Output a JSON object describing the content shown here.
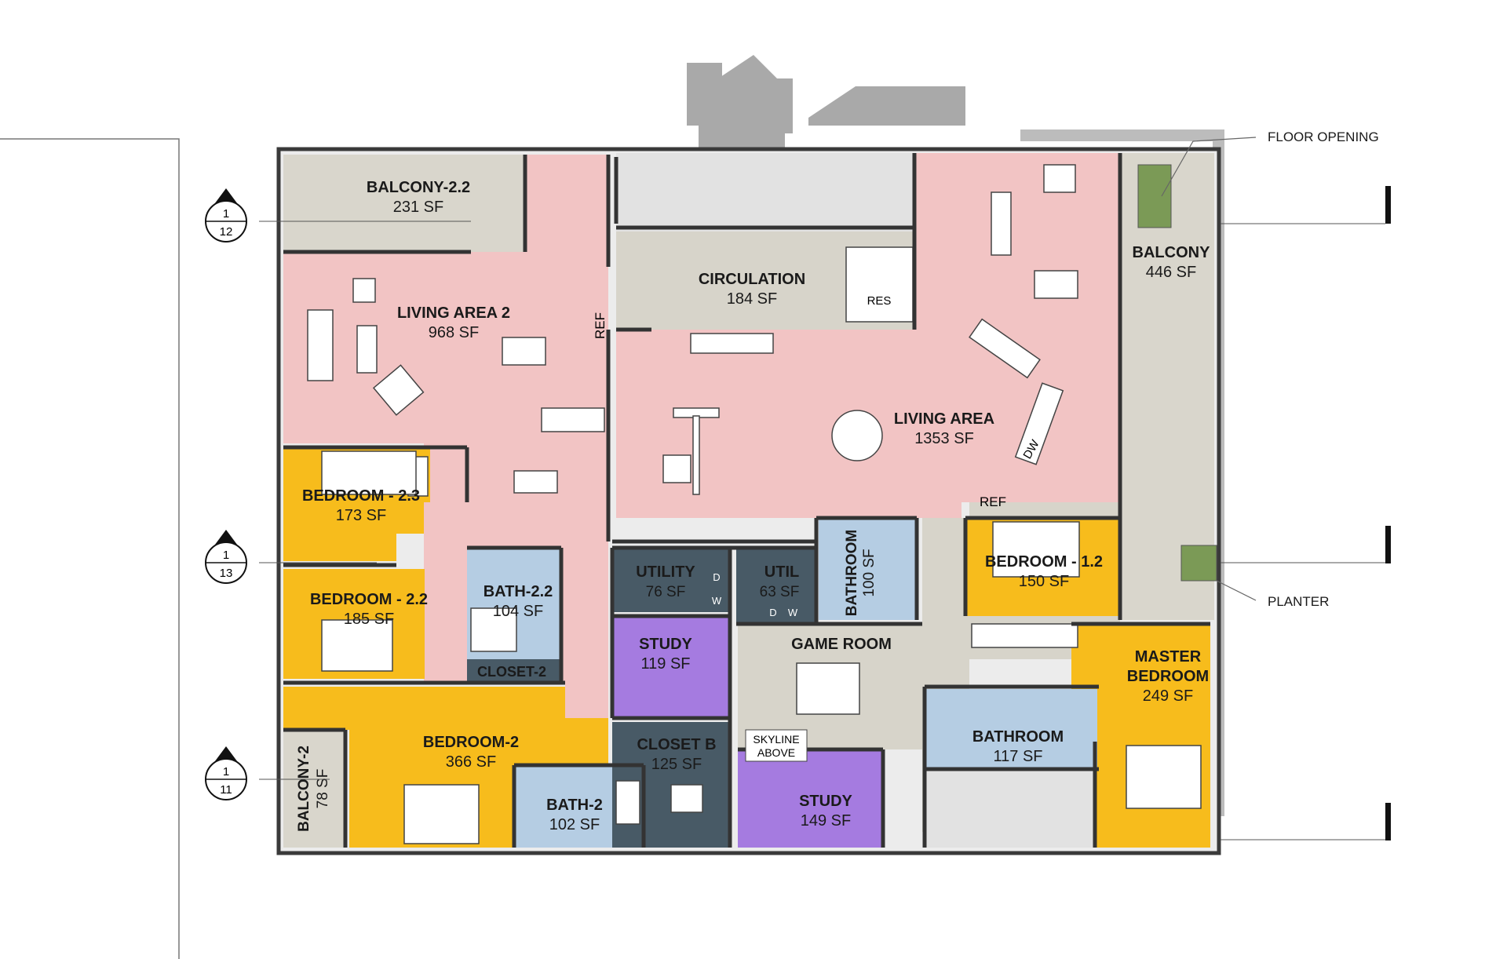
{
  "colors": {
    "living": "#f2c4c4",
    "bedroom": "#f7bc1c",
    "bath": "#b5cde3",
    "utility": "#485a66",
    "study": "#a57be0",
    "circulation": "#d7d4ca",
    "balcony": "#d9d6cc",
    "shadow": "#a8a8a8",
    "wall": "#3a3a3a"
  },
  "rooms": {
    "balcony_22": {
      "name": "BALCONY-2.2",
      "area": "231 SF"
    },
    "living2": {
      "name": "LIVING AREA 2",
      "area": "968 SF"
    },
    "circulation": {
      "name": "CIRCULATION",
      "area": "184 SF"
    },
    "living": {
      "name": "LIVING AREA",
      "area": "1353 SF"
    },
    "balcony": {
      "name": "BALCONY",
      "area": "446 SF"
    },
    "bedroom23": {
      "name": "BEDROOM - 2.3",
      "area": "173 SF"
    },
    "bedroom22": {
      "name": "BEDROOM - 2.2",
      "area": "185 SF"
    },
    "bath22": {
      "name": "BATH-2.2",
      "area": "104 SF"
    },
    "closet2": {
      "name": "CLOSET-2"
    },
    "utility": {
      "name": "UTILITY",
      "area": "76 SF"
    },
    "util": {
      "name": "UTIL",
      "area": "63 SF"
    },
    "bathroom_v": {
      "name": "BATHROOM",
      "area": "100 SF"
    },
    "bedroom12": {
      "name": "BEDROOM - 1.2",
      "area": "150 SF"
    },
    "study1": {
      "name": "STUDY",
      "area": "119 SF"
    },
    "game": {
      "name": "GAME ROOM"
    },
    "master": {
      "name1": "MASTER",
      "name2": "BEDROOM",
      "area": "249 SF"
    },
    "bedroom2": {
      "name": "BEDROOM-2",
      "area": "366 SF"
    },
    "closetb": {
      "name": "CLOSET B",
      "area": "125 SF"
    },
    "bath2": {
      "name": "BATH-2",
      "area": "102 SF"
    },
    "study2": {
      "name": "STUDY",
      "area": "149 SF"
    },
    "bathroom2": {
      "name": "BATHROOM",
      "area": "117 SF"
    },
    "balcony2": {
      "name": "BALCONY-2",
      "area": "78 SF"
    }
  },
  "labels": {
    "ref1": "REF",
    "ref2": "REF",
    "res": "RES",
    "dw": "DW",
    "w1": "W",
    "d1": "D",
    "d2": "D",
    "w2": "W",
    "skyline1": "SKYLINE",
    "skyline2": "ABOVE"
  },
  "callouts": {
    "floor_opening": "FLOOR OPENING",
    "planter": "PLANTER"
  },
  "section_markers": [
    {
      "top": "1",
      "bottom": "12"
    },
    {
      "top": "1",
      "bottom": "13"
    },
    {
      "top": "1",
      "bottom": "11"
    }
  ]
}
